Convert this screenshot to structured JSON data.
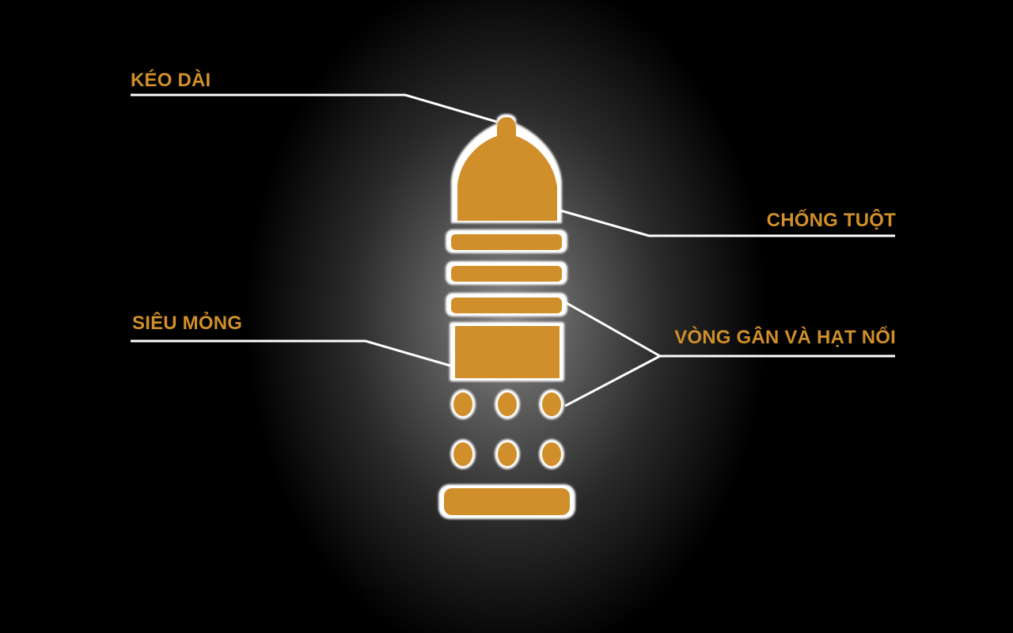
{
  "labels": {
    "keo_dai": "KÉO DÀI",
    "chong_tuot": "CHỐNG TUỘT",
    "sieu_mong": "SIÊU MỎNG",
    "vong_gan": "VÒNG GÂN VÀ HẠT NỔI"
  },
  "colors": {
    "accent": "#d08f2a",
    "outline": "#ffffff",
    "background_center": "#8a8a8a",
    "background_edge": "#000000"
  }
}
